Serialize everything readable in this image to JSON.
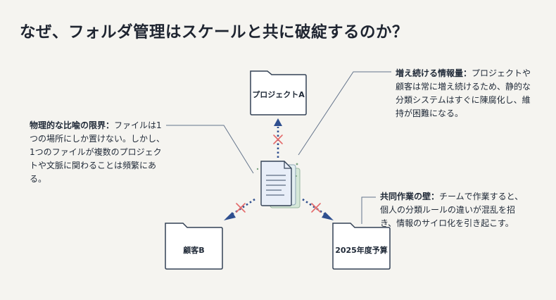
{
  "title": "なぜ、フォルダ管理はスケールと共に破綻するのか？",
  "folders": {
    "top": "プロジェクトA",
    "left": "顧客B",
    "right": "2025年度予算"
  },
  "notes": {
    "metaphor": {
      "heading": "物理的な比喩の限界：",
      "body": "ファイルは1つの場所にしか置けない。しかし、1つのファイルが複数のプロジェクトや文脈に関わることは頻繁にある。"
    },
    "info": {
      "heading": "増え続ける情報量：",
      "body": "プロジェクトや顧客は常に増え続けるため、静的な分類システムはすぐに陳腐化し、維持が困難になる。"
    },
    "collab": {
      "heading": "共同作業の壁：",
      "body": "チームで作業すると、個人の分類ルールの違いが混乱を招き、情報のサイロ化を引き起こす。"
    }
  },
  "colors": {
    "arrow": "#2f4f8f",
    "cross": "#e46a6a",
    "outline": "#334155",
    "line": "#64748b",
    "doc_back": "#d6e8d8",
    "doc_front": "#e8eef8"
  }
}
